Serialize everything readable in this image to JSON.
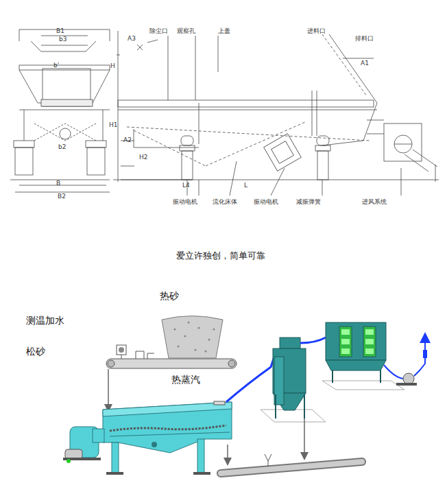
{
  "diagram": {
    "caption": "爱立许独创，简单可靠",
    "labels": [
      "B1",
      "b3",
      "b'",
      "b2",
      "B",
      "B2",
      "A3",
      "除尘口",
      "观察孔",
      "上盖",
      "进料口",
      "排料口",
      "A1",
      "H",
      "H1",
      "A2",
      "H2",
      "L4",
      "L",
      "振动电机",
      "流化床体",
      "振动电机",
      "减振弹簧",
      "进风系统",
      "热砂",
      "测温加水",
      "松砂",
      "热蒸汽"
    ]
  }
}
